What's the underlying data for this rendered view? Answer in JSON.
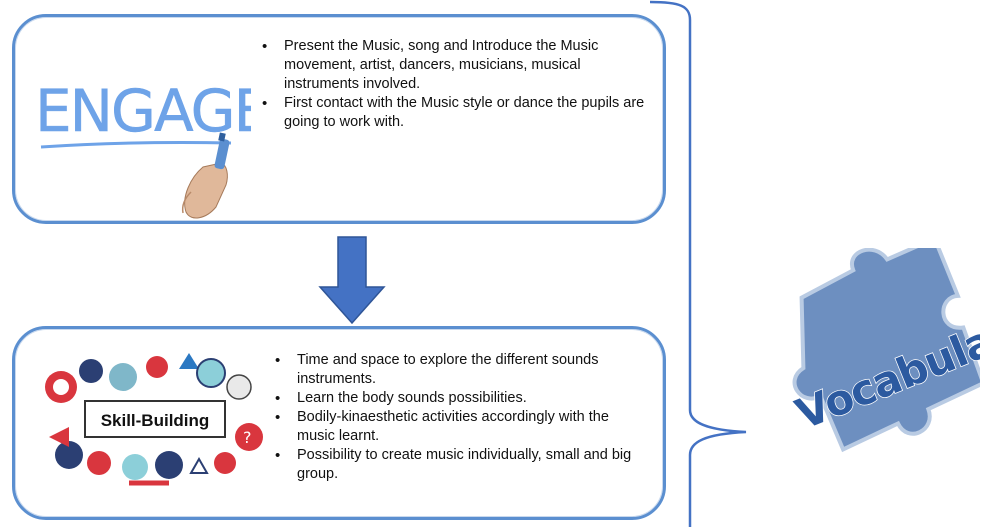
{
  "engage": {
    "logo_text": "ENGAGE",
    "bullets": [
      "Present the Music, song and Introduce the Music movement, artist, dancers, musicians, musical instruments involved.",
      "First contact with the Music style or dance the pupils are going to work with."
    ]
  },
  "skill_building": {
    "logo_text": "Skill-Building",
    "bullets": [
      "Time and space to explore the different sounds instruments.",
      "Learn the body sounds possibilities.",
      "Bodily-kinaesthetic activities accordingly with the music learnt.",
      "Possibility to create music individually, small and big group."
    ]
  },
  "puzzle": {
    "text": "Vocabulary"
  },
  "colors": {
    "box_border": "#5b8fd0",
    "arrow_fill": "#4472c4",
    "engage_text": "#6ea3e8",
    "puzzle_fill": "#6d8fc0",
    "puzzle_text": "#2c5aa0"
  }
}
